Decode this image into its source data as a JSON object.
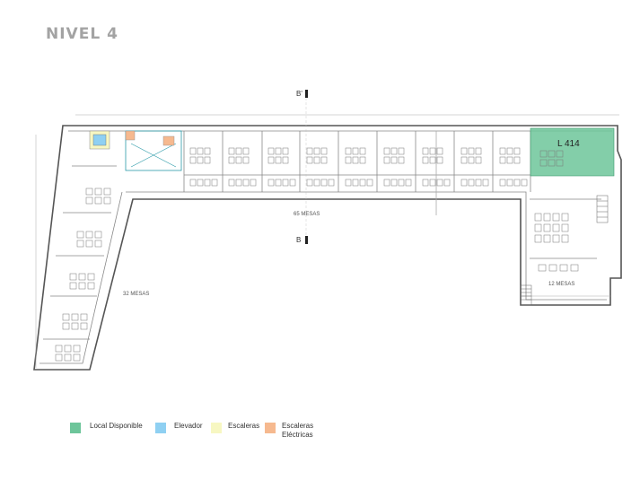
{
  "floor_title": "NIVEL 4",
  "unit": {
    "label": "L 414",
    "color": "#6dc59a"
  },
  "annotations": {
    "section_top": "B'",
    "section_bottom": "B",
    "mesas_65": "65 MESAS",
    "mesas_32": "32 MESAS",
    "mesas_12": "12 MESAS"
  },
  "legend": [
    {
      "label": "Local Disponible",
      "color": "#6dc59a"
    },
    {
      "label": "Elevador",
      "color": "#8fd0f2"
    },
    {
      "label": "Escaleras",
      "color": "#f7f7c2"
    },
    {
      "label": "Escaleras Eléctricas",
      "color": "#f6b98f"
    }
  ]
}
